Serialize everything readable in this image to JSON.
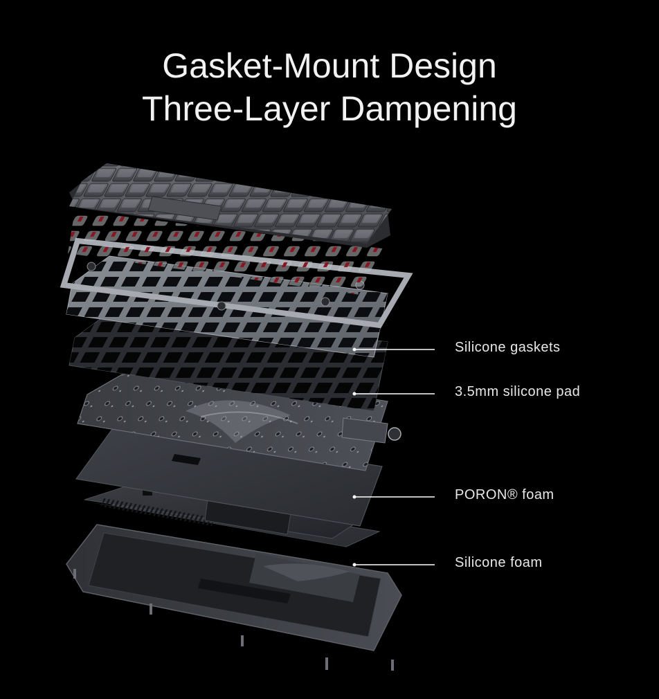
{
  "title": {
    "line1": "Gasket-Mount Design",
    "line2": "Three-Layer Dampening"
  },
  "callouts": [
    {
      "label": "Silicone gaskets"
    },
    {
      "label": "3.5mm silicone pad"
    },
    {
      "label": "PORON® foam"
    },
    {
      "label": "Silicone foam"
    }
  ],
  "colors": {
    "background": "#000000",
    "text": "#e8e8e8",
    "switch_stem": "#8a1420"
  }
}
